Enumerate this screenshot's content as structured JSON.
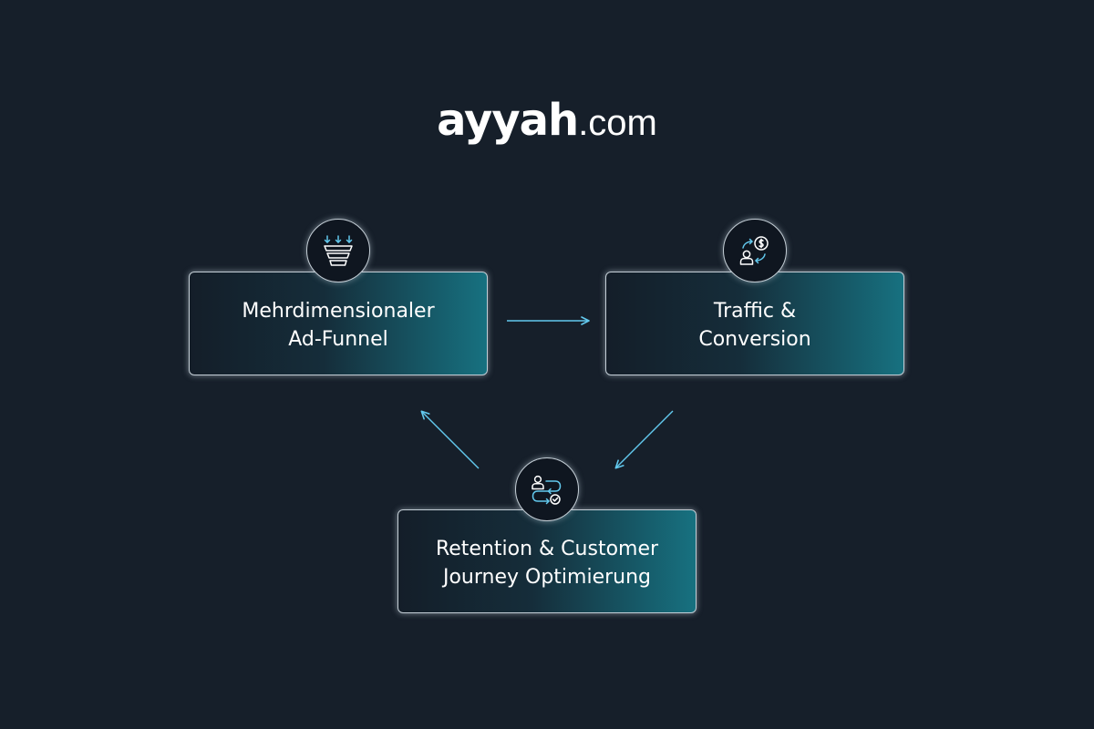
{
  "brand": {
    "name": "ayyah",
    "tld": ".com"
  },
  "nodes": [
    {
      "id": "funnel",
      "lines": [
        "Mehrdimensionaler",
        "Ad-Funnel"
      ],
      "icon": "funnel-icon"
    },
    {
      "id": "traffic",
      "lines": [
        "Traffic &",
        "Conversion"
      ],
      "icon": "user-dollar-exchange-icon"
    },
    {
      "id": "retention",
      "lines": [
        "Retention & Customer",
        "Journey Optimierung"
      ],
      "icon": "customer-journey-icon"
    }
  ],
  "edges": [
    {
      "from": "funnel",
      "to": "traffic"
    },
    {
      "from": "traffic",
      "to": "retention"
    },
    {
      "from": "retention",
      "to": "funnel"
    }
  ],
  "colors": {
    "background": "#161f2a",
    "accent": "#62c9ee",
    "card_gradient_start": "#141e29",
    "card_gradient_end": "#177180",
    "border": "#c4ced6",
    "text": "#ffffff"
  }
}
